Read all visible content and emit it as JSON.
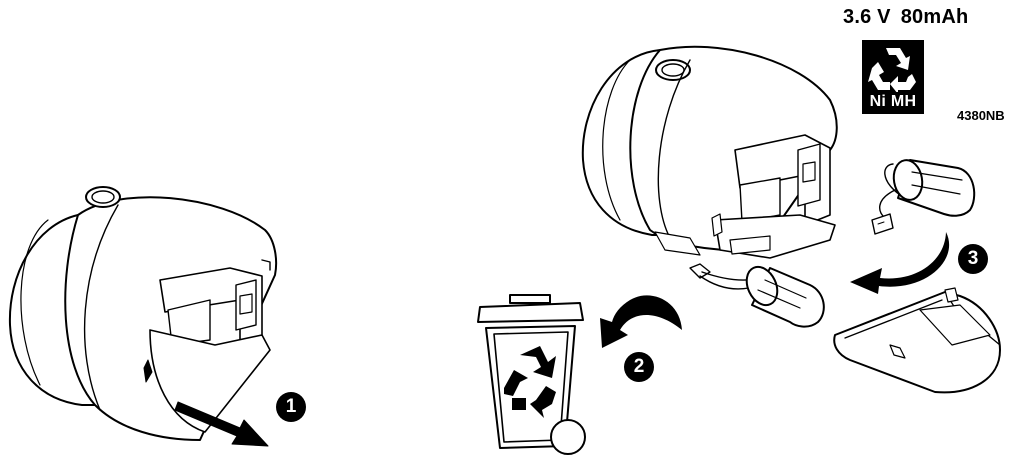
{
  "battery": {
    "voltage": "3.6 V",
    "capacity": "80mAh",
    "chemistry": "Ni MH",
    "model": "4380NB"
  },
  "steps": [
    "1",
    "2",
    "3"
  ],
  "icons": [
    "recycle-icon",
    "trash-bin-icon",
    "curved-arrow-icon",
    "arrow-icon"
  ]
}
